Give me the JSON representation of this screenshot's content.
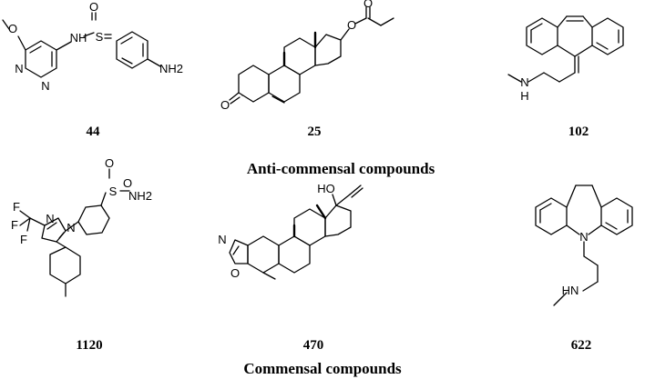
{
  "groups": [
    {
      "heading": "Anti-commensal compounds",
      "compounds": [
        {
          "id": "44",
          "atoms": [
            "O",
            "O",
            "S",
            "N",
            "N",
            "NH",
            "NH2"
          ]
        },
        {
          "id": "25",
          "atoms": [
            "O",
            "O",
            "O"
          ]
        },
        {
          "id": "102",
          "atoms": [
            "N",
            "H"
          ]
        }
      ]
    },
    {
      "heading": "Commensal compounds",
      "compounds": [
        {
          "id": "1120",
          "atoms": [
            "F",
            "F",
            "F",
            "N",
            "N",
            "O",
            "O",
            "S",
            "NH2"
          ]
        },
        {
          "id": "470",
          "atoms": [
            "HO",
            "N",
            "O"
          ]
        },
        {
          "id": "622",
          "atoms": [
            "N",
            "HN"
          ]
        }
      ]
    }
  ]
}
